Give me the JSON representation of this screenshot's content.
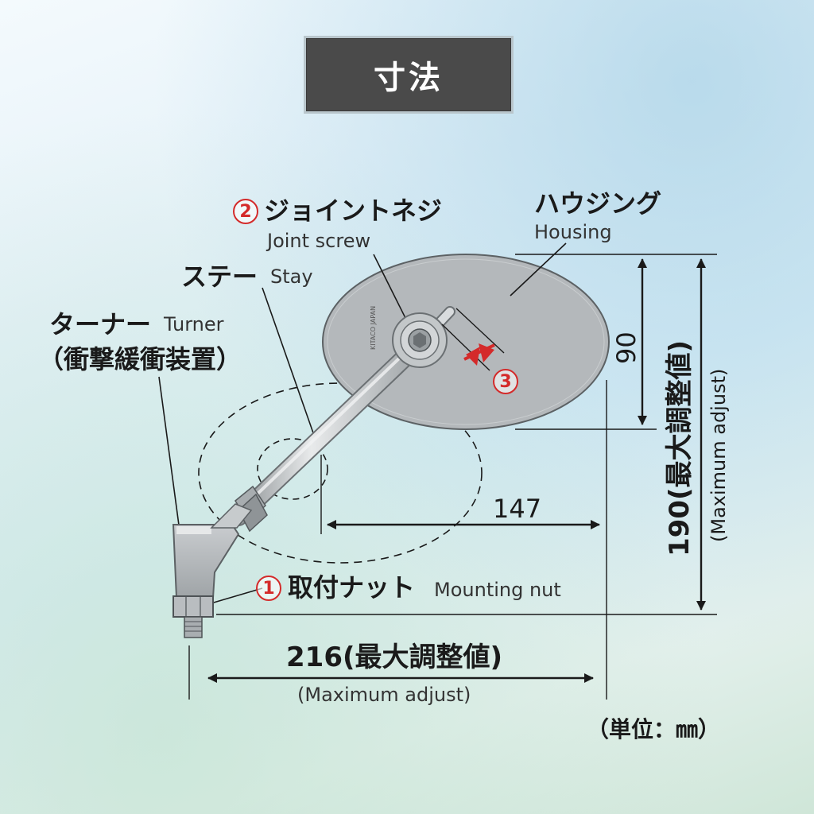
{
  "title": "寸法",
  "labels": {
    "joint_screw": {
      "num": "2",
      "jp": "ジョイントネジ",
      "en": "Joint screw"
    },
    "housing": {
      "jp": "ハウジング",
      "en": "Housing"
    },
    "stay": {
      "jp": "ステー",
      "en": "Stay"
    },
    "turner": {
      "jp": "ターナー",
      "en": "Turner",
      "jp_sub": "（衝撃緩衝装置）"
    },
    "mounting_nut": {
      "num": "1",
      "jp": "取付ナット",
      "en": "Mounting nut"
    },
    "marker3": {
      "num": "3"
    },
    "mirror_text": "KITACO JAPAN"
  },
  "dimensions": {
    "d147": "147",
    "d90": "90",
    "d190": "190(最大調整値)",
    "d190_sub": "(Maximum adjust)",
    "d216": "216(最大調整値)",
    "d216_sub": "(Maximum adjust)"
  },
  "unit": "（単位：㎜）",
  "colors": {
    "accent_red": "#d42a2a",
    "title_bg": "#4a4a4a",
    "housing_fill": "#b4b8bb",
    "line": "#1a1a1a"
  }
}
